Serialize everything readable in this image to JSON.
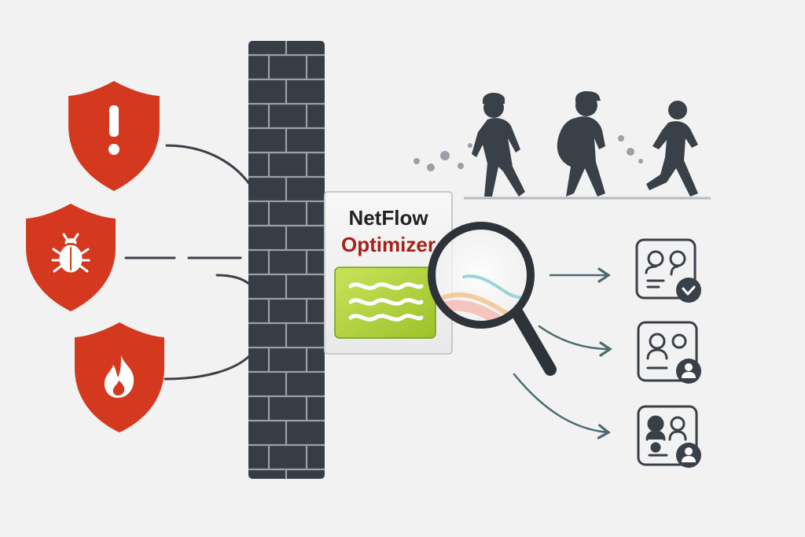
{
  "product": {
    "name_line1": "NetFlow",
    "name_line2": "Optimizer"
  },
  "colors": {
    "background": "#f2f2f2",
    "threat_red": "#d4391f",
    "wall_dark": "#373d44",
    "wall_mortar": "#9aa0a6",
    "accent_green": "#b6d53a",
    "ink": "#3a4048",
    "arrow_teal": "#4d6a70",
    "title_dark": "#222222",
    "title_red": "#a52218"
  },
  "threats": [
    {
      "icon": "exclamation-icon",
      "meaning": "alert"
    },
    {
      "icon": "bug-icon",
      "meaning": "malware"
    },
    {
      "icon": "fire-icon",
      "meaning": "attack"
    }
  ],
  "users": [
    {
      "icon": "user-profile-card-icon",
      "badge": "check-icon"
    },
    {
      "icon": "user-profile-card-icon",
      "badge": "person-icon"
    },
    {
      "icon": "user-profile-card-icon",
      "badge": "person-icon"
    }
  ]
}
